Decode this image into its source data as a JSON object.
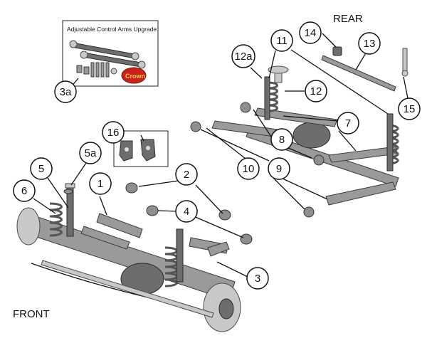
{
  "labels": {
    "rear": "REAR",
    "front": "FRONT",
    "upgrade_title": "Adjustable Control Arms Upgrade",
    "logo_text": "Crown"
  },
  "callouts": [
    "1",
    "2",
    "3",
    "3a",
    "4",
    "5",
    "5a",
    "6",
    "7",
    "8",
    "9",
    "10",
    "11",
    "12",
    "12a",
    "13",
    "14",
    "15",
    "16"
  ]
}
